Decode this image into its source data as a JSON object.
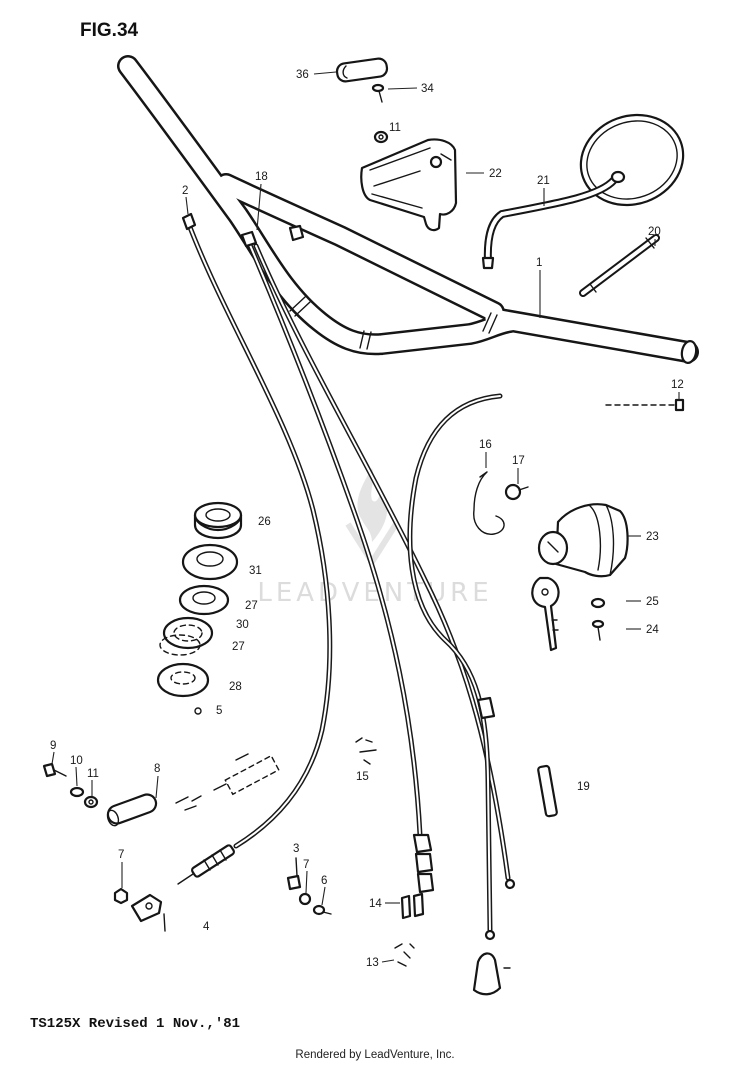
{
  "figure": {
    "title": "FIG.34"
  },
  "callouts": [
    "36",
    "34",
    "11",
    "22",
    "21",
    "18",
    "2",
    "20",
    "1",
    "12",
    "16",
    "17",
    "23",
    "25",
    "24",
    "26",
    "31",
    "27",
    "30",
    "27",
    "28",
    "5",
    "9",
    "10",
    "11",
    "8",
    "7",
    "3",
    "7",
    "6",
    "4",
    "14",
    "13",
    "15",
    "19"
  ],
  "watermark": {
    "text": "LEADVENTURE"
  },
  "footer": {
    "model_revision": "TS125X Revised 1 Nov.,'81",
    "credit": "Rendered by LeadVenture, Inc."
  },
  "colors": {
    "ink": "#161616",
    "watermark": "#dcdcdc",
    "paper": "#ffffff"
  }
}
